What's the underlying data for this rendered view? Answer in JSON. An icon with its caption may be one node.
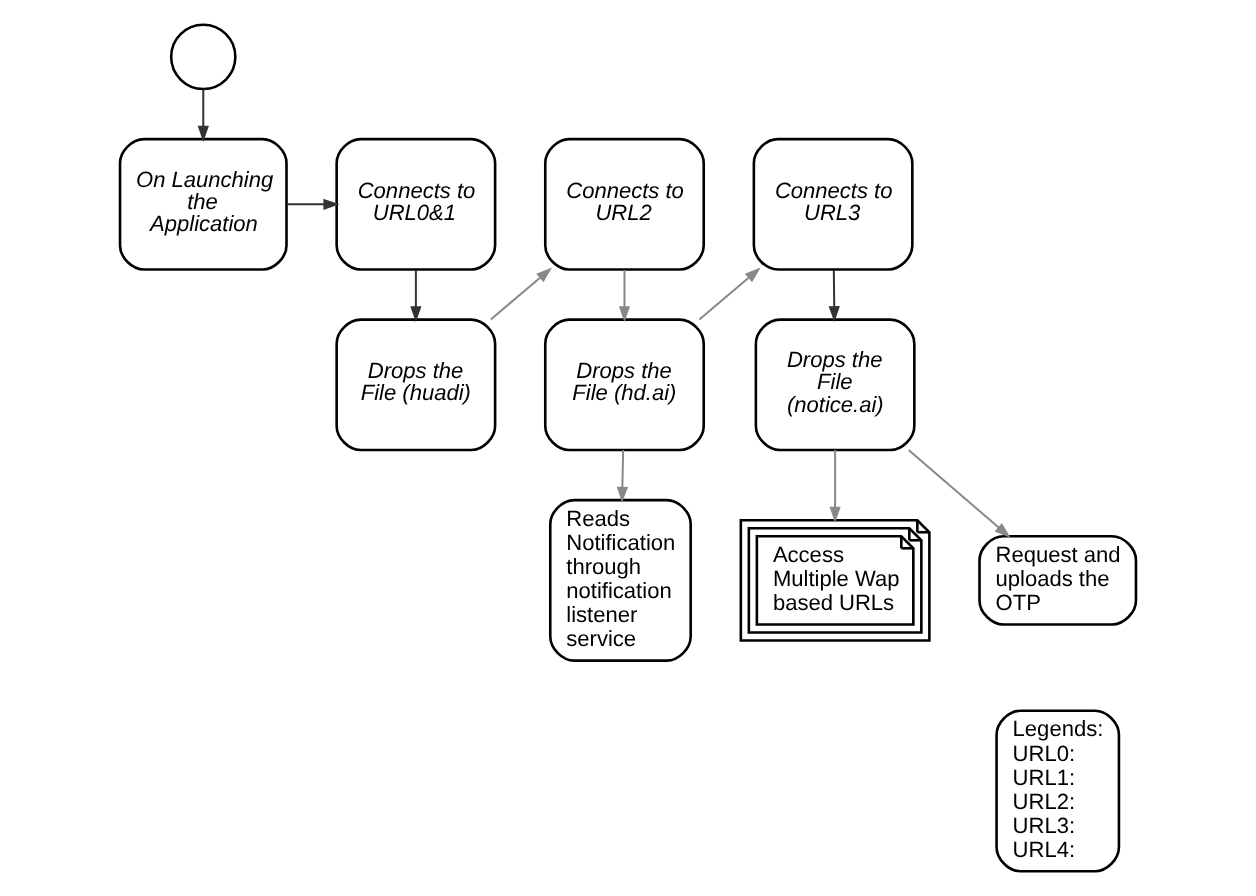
{
  "diagram": {
    "nodes": [
      {
        "text": [],
        "shape": "circle"
      },
      {
        "text": [
          "On Launching the Application"
        ]
      },
      {
        "text": [
          "Connects to URL0&1"
        ]
      },
      {
        "text": [
          "Drops the File (huadi)"
        ]
      },
      {
        "text": [
          "Connects to URL2"
        ]
      },
      {
        "text": [
          "Drops the File (hd.ai)"
        ]
      },
      {
        "text": [
          "Connects to URL3"
        ]
      },
      {
        "text": [
          "Drops the File (notice.ai)"
        ]
      },
      {
        "text": [
          "Reads Notification through notification listener service"
        ]
      },
      {
        "text": [
          "Access Multiple Wap based URLs"
        ]
      },
      {
        "text": [
          "Request and uploads the OTP"
        ]
      },
      {
        "text": [
          "Legends:",
          "URL0:",
          "URL1:",
          "URL2:",
          "URL3:",
          "URL4:"
        ]
      }
    ],
    "edges": [
      {
        "from": 0,
        "to": 1,
        "arrow": "to",
        "color": "#333333"
      },
      {
        "from": 1,
        "to": 2,
        "arrow": "to",
        "color": "#333333"
      },
      {
        "from": 2,
        "to": 3,
        "arrow": "to",
        "color": "#333333"
      },
      {
        "from": 3,
        "to": 4,
        "arrow": "to"
      },
      {
        "from": 4,
        "to": 5,
        "arrow": "to"
      },
      {
        "from": 5,
        "to": 6,
        "arrow": "to"
      },
      {
        "from": 6,
        "to": 7,
        "arrow": "to",
        "color": "#333333"
      },
      {
        "from": 5,
        "to": 8,
        "arrow": "to"
      },
      {
        "from": 7,
        "to": 9,
        "arrow": "to"
      },
      {
        "from": 7,
        "to": 10,
        "arrow": "to"
      }
    ]
  }
}
